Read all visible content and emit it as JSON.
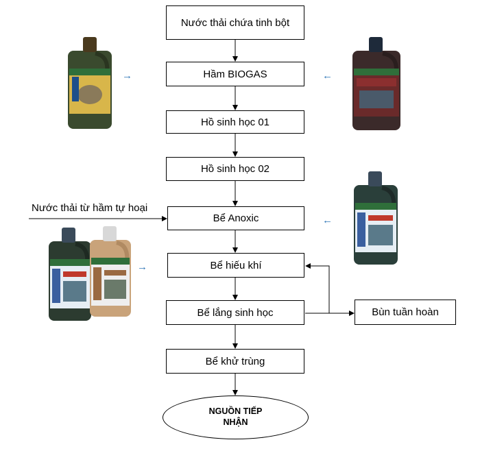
{
  "steps": [
    "Nước thải chứa tinh bột",
    "Hầm BIOGAS",
    "Hồ sinh học 01",
    "Hồ sinh học 02",
    "Bể Anoxic",
    "Bể hiếu khí",
    "Bể lắng sinh học",
    "Bể khử trùng"
  ],
  "recirculation": "Bùn tuần hoàn",
  "inflow": "Nước thải từ hầm tự hoại",
  "outlet": "NGUỒN TIẾP NHẬN",
  "products": [
    {
      "icon": "bio-tank-bottle-icon",
      "color": "#3a4a2e",
      "label_color": "#d8b64a",
      "target": "Hầm BIOGAS"
    },
    {
      "icon": "sludge-reduction-bottle-icon",
      "color": "#3b2a2a",
      "label_color": "#8b2f2f",
      "target": "Hầm BIOGAS"
    },
    {
      "icon": "microbe-lift-ind-bottle-icon",
      "color": "#2a3f3a",
      "label_color": "#3a5f9f",
      "target": "Bể Anoxic"
    },
    {
      "icon": "microbe-lift-ind-bottle-icon",
      "color": "#2c3b30",
      "label_color": "#3a5f9f",
      "target": "Bể hiếu khí"
    },
    {
      "icon": "nitrification-bottle-icon",
      "color": "#c9a37a",
      "label_color": "#9a6a42",
      "target": "Bể hiếu khí"
    }
  ]
}
